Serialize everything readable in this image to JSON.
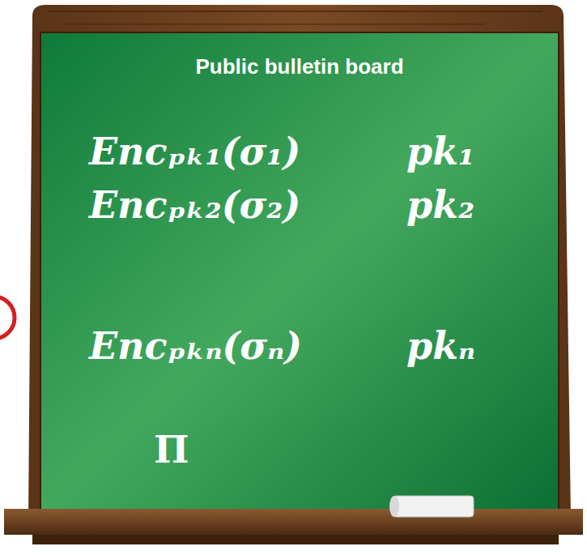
{
  "diagram": {
    "nodes": [
      {
        "text": [
          "Public bulletin board",
          "Encₚₖ₁(σ₁)",
          "pk₁",
          "Encₚₖ₂(σ₂)",
          "pk₂",
          "Encₚₖₙ(σₙ)",
          "pkₙ",
          "Π"
        ]
      }
    ]
  }
}
